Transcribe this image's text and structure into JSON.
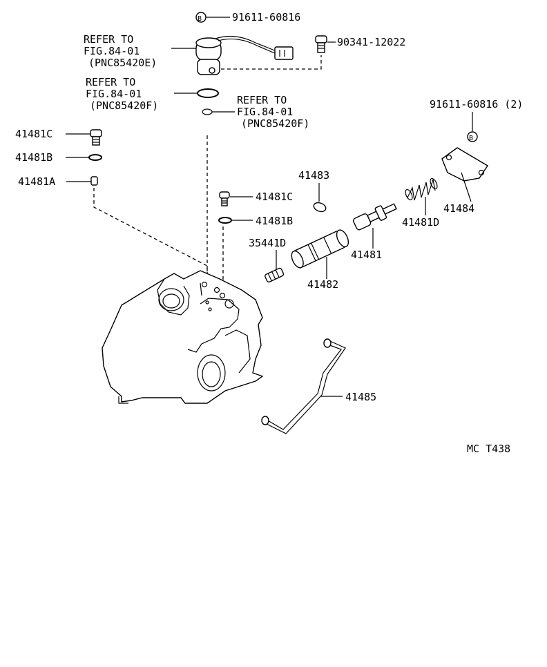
{
  "labels": {
    "bolt_top": "91611-60816",
    "bolt_top_b": "B",
    "bolt_right": "91611-60816 (2)",
    "bolt_right_b": "B",
    "plug_top_right": "90341-12022",
    "refer1": [
      "REFER TO",
      "FIG.84-01",
      "(PNC85420E)"
    ],
    "refer2": [
      "REFER TO",
      "FIG.84-01",
      "(PNC85420F)"
    ],
    "refer3": [
      "REFER TO",
      "FIG.84-01",
      "(PNC85420F)"
    ],
    "p41481C_left": "41481C",
    "p41481B_left": "41481B",
    "p41481A": "41481A",
    "p41481C_mid": "41481C",
    "p41481B_mid": "41481B",
    "p41483": "41483",
    "p35441D": "35441D",
    "p41482": "41482",
    "p41481": "41481",
    "p41481D": "41481D",
    "p41484": "41484",
    "p41485": "41485",
    "fig_code": "MC  T438"
  }
}
